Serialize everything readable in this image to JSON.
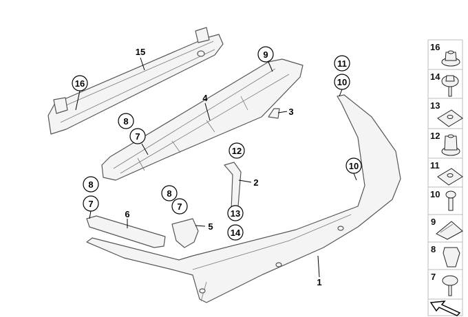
{
  "diagram": {
    "labels": {
      "l1": "1",
      "l2": "2",
      "l3": "3",
      "l4": "4",
      "l5": "5",
      "l6": "6",
      "l15": "15"
    },
    "callouts": {
      "c16": "16",
      "c9": "9",
      "c8a": "8",
      "c7a": "7",
      "c11": "11",
      "c10a": "10",
      "c12": "12",
      "c10b": "10",
      "c8b": "8",
      "c7b": "7",
      "c8c": "8",
      "c7c": "7",
      "c13": "13",
      "c14": "14"
    }
  },
  "legend": {
    "items": [
      {
        "number": "16",
        "icon": "hex-nut-collar-icon"
      },
      {
        "number": "14",
        "icon": "hex-screw-washer-icon"
      },
      {
        "number": "13",
        "icon": "clip-nut-icon"
      },
      {
        "number": "12",
        "icon": "collar-nut-icon"
      },
      {
        "number": "11",
        "icon": "clip-nut-icon"
      },
      {
        "number": "10",
        "icon": "screw-icon"
      },
      {
        "number": "9",
        "icon": "spring-clip-icon"
      },
      {
        "number": "8",
        "icon": "expanding-nut-icon"
      },
      {
        "number": "7",
        "icon": "self-tapping-screw-icon"
      }
    ],
    "arrow_icon": "direction-arrow-icon"
  }
}
